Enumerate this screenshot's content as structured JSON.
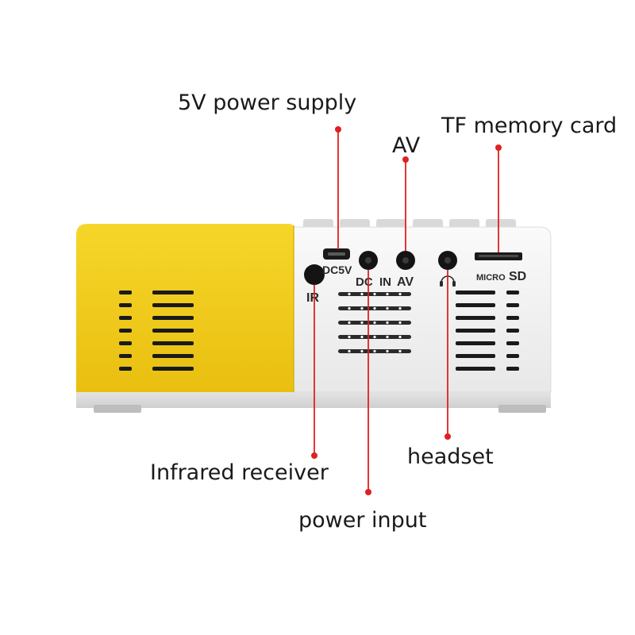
{
  "callouts": {
    "power_supply": "5V power supply",
    "av": "AV",
    "tf_card": "TF memory card",
    "infrared": "Infrared receiver",
    "headset": "headset",
    "power_input": "power input"
  },
  "port_labels": {
    "dc5v": "DC5V",
    "dc_in": "DC  IN",
    "av": "AV",
    "micro": "MICRO",
    "sd": "SD",
    "ir": "IR"
  },
  "colors": {
    "yellow_panel": "#f2c81a",
    "white_body": "#f4f4f4",
    "leader_line": "#e02020",
    "port_black": "#1a1a1a"
  }
}
